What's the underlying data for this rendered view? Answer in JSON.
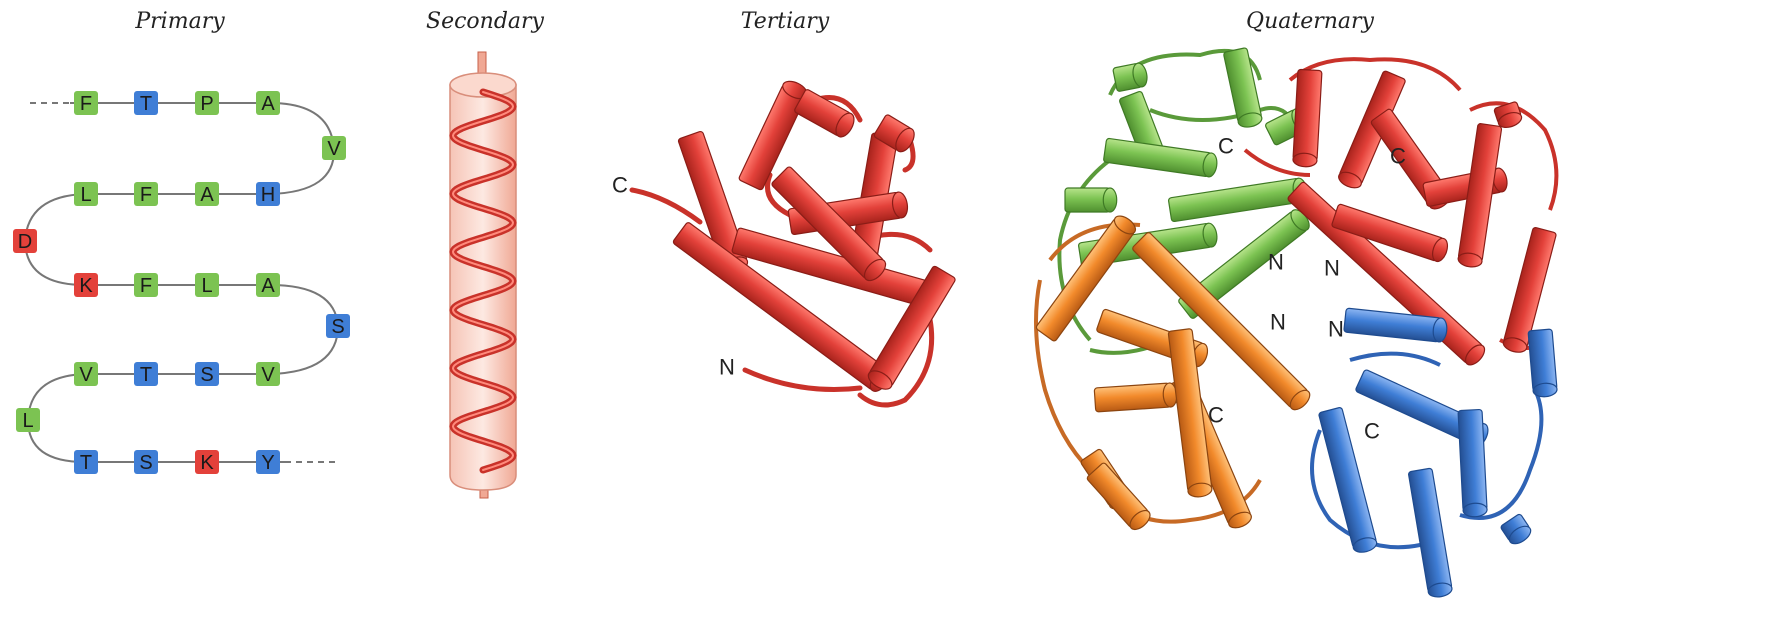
{
  "titles": {
    "primary": "Primary",
    "secondary": "Secondary",
    "tertiary": "Tertiary",
    "quaternary": "Quaternary"
  },
  "colors": {
    "green": "#6cbe45",
    "blue": "#3f7ed6",
    "red": "#e3413a",
    "orange": "#f28a2b",
    "helix_red": "#d9362d",
    "helix_light": "#f2b9ab"
  },
  "primary": {
    "residues": [
      {
        "letter": "F",
        "color": "green"
      },
      {
        "letter": "T",
        "color": "blue"
      },
      {
        "letter": "P",
        "color": "green"
      },
      {
        "letter": "A",
        "color": "green"
      },
      {
        "letter": "V",
        "color": "green"
      },
      {
        "letter": "H",
        "color": "blue"
      },
      {
        "letter": "A",
        "color": "green"
      },
      {
        "letter": "F",
        "color": "green"
      },
      {
        "letter": "L",
        "color": "green"
      },
      {
        "letter": "D",
        "color": "red"
      },
      {
        "letter": "K",
        "color": "red"
      },
      {
        "letter": "F",
        "color": "green"
      },
      {
        "letter": "L",
        "color": "green"
      },
      {
        "letter": "A",
        "color": "green"
      },
      {
        "letter": "S",
        "color": "blue"
      },
      {
        "letter": "V",
        "color": "green"
      },
      {
        "letter": "S",
        "color": "blue"
      },
      {
        "letter": "T",
        "color": "blue"
      },
      {
        "letter": "V",
        "color": "green"
      },
      {
        "letter": "L",
        "color": "green"
      },
      {
        "letter": "T",
        "color": "blue"
      },
      {
        "letter": "S",
        "color": "blue"
      },
      {
        "letter": "K",
        "color": "red"
      },
      {
        "letter": "Y",
        "color": "blue"
      }
    ]
  },
  "tertiary": {
    "c_label": "C",
    "n_label": "N"
  },
  "quaternary": {
    "labels": [
      "C",
      "C",
      "N",
      "N",
      "N",
      "N",
      "C",
      "C"
    ]
  }
}
